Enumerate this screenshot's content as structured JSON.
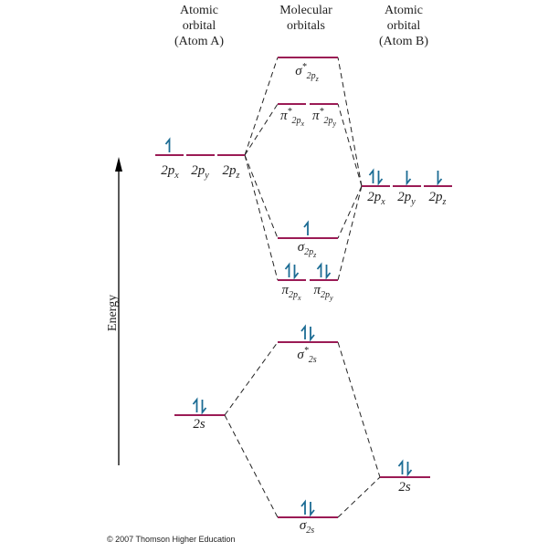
{
  "headers": {
    "atom_a": [
      "Atomic",
      "orbital",
      "(Atom A)"
    ],
    "molecular": [
      "Molecular",
      "orbitals"
    ],
    "atom_b": [
      "Atomic",
      "orbital",
      "(Atom B)"
    ]
  },
  "axis": {
    "energy": "Energy"
  },
  "atom_a_2p": {
    "labels": [
      "2p",
      "2p",
      "2p"
    ],
    "subs": [
      "x",
      "y",
      "z"
    ]
  },
  "atom_b_2p": {
    "labels": [
      "2p",
      "2p",
      "2p"
    ],
    "subs": [
      "x",
      "y",
      "z"
    ]
  },
  "mo_labels": {
    "sigma_star_2p": {
      "sym": "σ",
      "sup": "*",
      "sub": "2p",
      "subsub": "z"
    },
    "pi_star_2px": {
      "sym": "π",
      "sup": "*",
      "sub": "2p",
      "subsub": "x"
    },
    "pi_star_2py": {
      "sym": "π",
      "sup": "*",
      "sub": "2p",
      "subsub": "y"
    },
    "sigma_2p": {
      "sym": "σ",
      "sub": "2p",
      "subsub": "z"
    },
    "pi_2px": {
      "sym": "π",
      "sub": "2p",
      "subsub": "x"
    },
    "pi_2py": {
      "sym": "π",
      "sub": "2p",
      "subsub": "y"
    },
    "sigma_star_2s": {
      "sym": "σ",
      "sup": "*",
      "sub": "2s"
    },
    "sigma_2s": {
      "sym": "σ",
      "sub": "2s"
    }
  },
  "atom_a_2s": "2s",
  "atom_b_2s": "2s",
  "electrons": {
    "a_2px": "up",
    "b_2px": "pair",
    "b_2py": "down",
    "b_2pz": "down",
    "sigma_2p": "up",
    "pi_2px": "pair",
    "pi_2py": "pair",
    "sigma_star_2s": "pair",
    "a_2s": "pair",
    "b_2s": "pair",
    "sigma_2s": "pair"
  },
  "colors": {
    "level": "#9b1b55",
    "electron": "#1c6c94",
    "line": "#222222"
  },
  "copyright": "© 2007 Thomson Higher Education"
}
